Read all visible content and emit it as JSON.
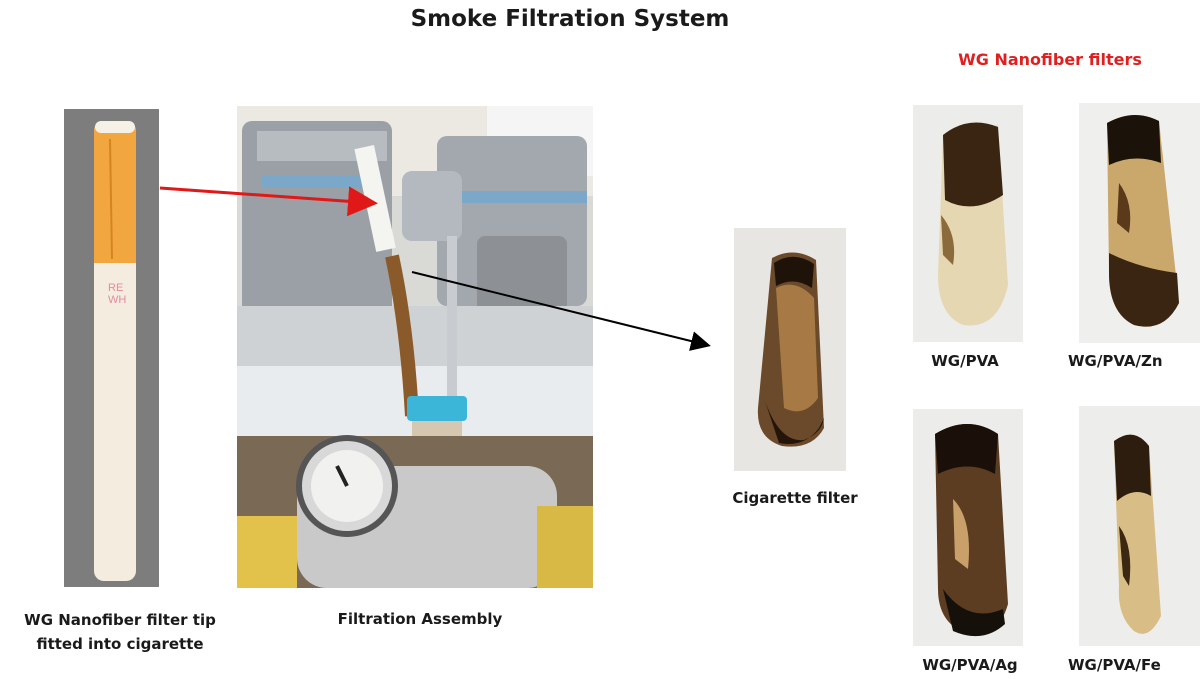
{
  "title": "Smoke Filtration System",
  "subtitle": "WG Nanofiber  filters",
  "captions": {
    "cigarette_line1": "WG Nanofiber filter tip",
    "cigarette_line2": "fitted into cigarette",
    "assembly": "Filtration Assembly",
    "cigarette_filter": "Cigarette filter",
    "wg_pva": "WG/PVA",
    "wg_pva_zn": "WG/PVA/Zn",
    "wg_pva_ag": "WG/PVA/Ag",
    "wg_pva_fe": "WG/PVA/Fe"
  },
  "cigarette_print": [
    "RE",
    "WH"
  ],
  "colors": {
    "subtitle": "#e02020",
    "red_arrow": "#e01818",
    "black_arrow": "#000000",
    "tipping_paper": "#f2a640"
  }
}
